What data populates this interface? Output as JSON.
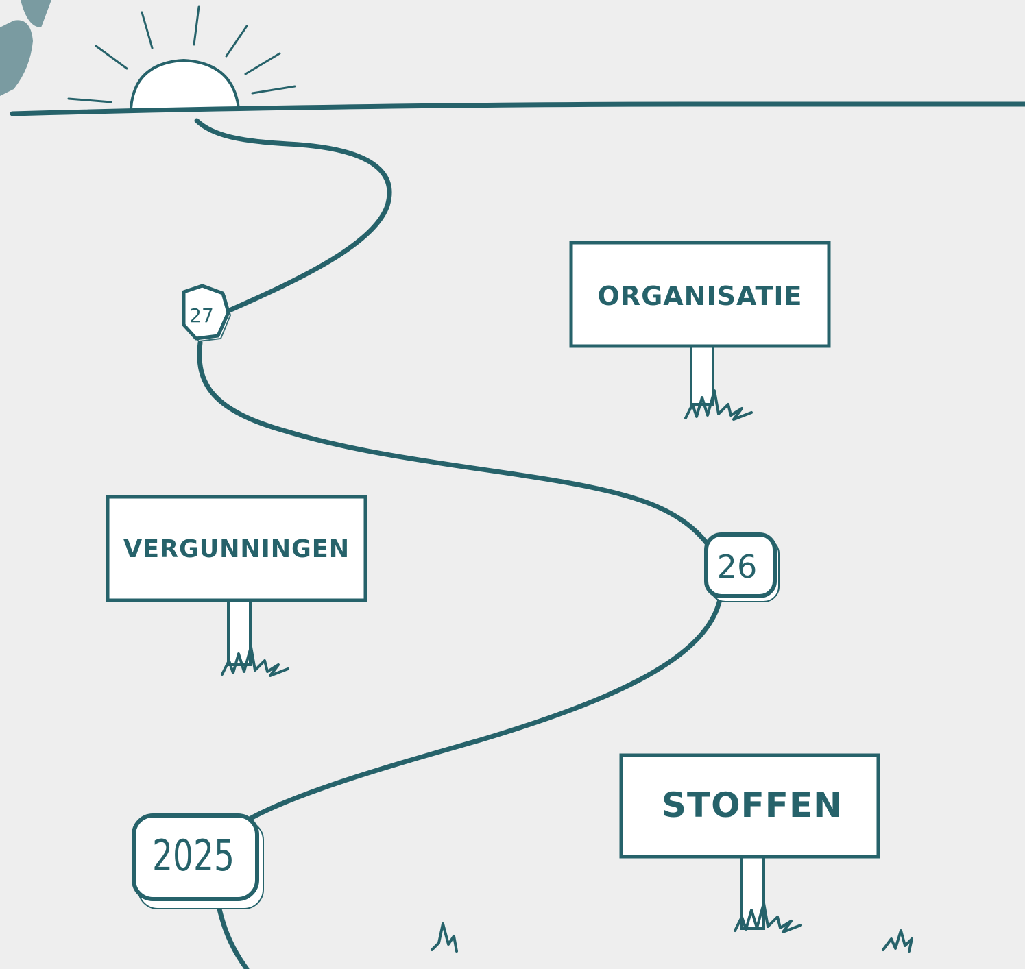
{
  "signs": [
    {
      "text": "ORGANISATIE"
    },
    {
      "text": "VERGUNNINGEN"
    },
    {
      "text": "STOFFEN"
    }
  ],
  "milestones": [
    {
      "text": "27"
    },
    {
      "text": "26"
    },
    {
      "text": "2025"
    }
  ],
  "colors": {
    "stroke": "#26626a",
    "background": "#eeeeee",
    "sign_fill": "#ffffff",
    "title_fragment": "#7a9ba1"
  },
  "decor": {
    "sun": "sun-icon",
    "grass": "grass-icon",
    "road": "winding-road"
  }
}
